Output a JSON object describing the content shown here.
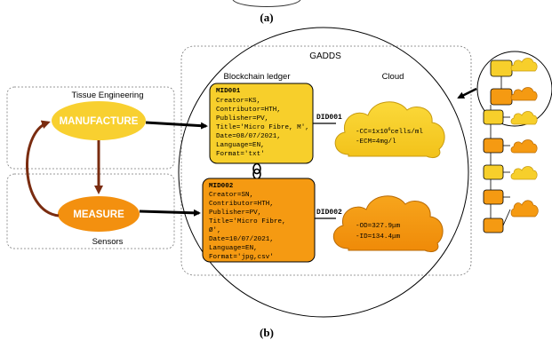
{
  "caption_top": "(a)",
  "caption_bottom": "(b)",
  "gadds_label": "GADDS",
  "blockchain_label": "Blockchain ledger",
  "cloud_label": "Cloud",
  "tissue_label": "Tissue Engineering",
  "sensors_label": "Sensors",
  "manufacture_label": "MANUFACTURE",
  "measure_label": "MEASURE",
  "record1": {
    "id": "MID001",
    "lines": [
      "Creator=KS,",
      "Contributor=HTH,",
      "Publisher=PV,",
      "Title='Micro Fibre, M',",
      "Date=08/07/2021,",
      "Language=EN,",
      "Format='txt'"
    ],
    "did": "DID001",
    "cloud_cc_prefix": "-CC=1x10",
    "cloud_cc_exp": "6",
    "cloud_cc_suffix": "cells/ml",
    "cloud_ecm": "-ECM=4mg/l"
  },
  "record2": {
    "id": "MID002",
    "lines": [
      "Creator=SN,",
      "Contributor=HTH,",
      "Publisher=PV,",
      "Title='Micro Fibre,",
      "Ø',",
      "Date=10/07/2021,",
      "Language=EN,",
      "Format='jpg,csv'"
    ],
    "did": "DID002",
    "cloud_od": "-OD=327.9μm",
    "cloud_id": "-ID=134.4μm"
  },
  "colors": {
    "yellow": "#f7cf2b",
    "orange": "#f59a12",
    "ellipse_yellow": "#f8d030",
    "ellipse_orange": "#f3900f",
    "brown": "#7a2c10"
  }
}
